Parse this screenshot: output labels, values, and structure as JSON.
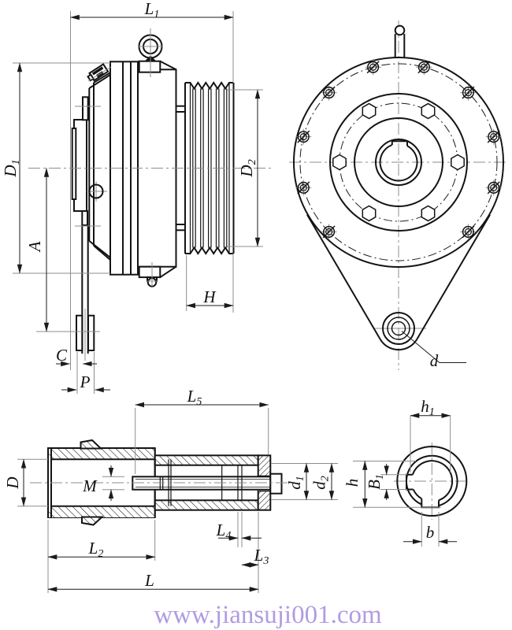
{
  "watermark": {
    "text": "www.jiansuji001.com",
    "color": "#b19ce1"
  },
  "dimension_labels": {
    "L1": {
      "base": "L",
      "sub": "1"
    },
    "D1": {
      "base": "D",
      "sub": "1"
    },
    "D2": {
      "base": "D",
      "sub": "2"
    },
    "A": {
      "base": "A",
      "sub": ""
    },
    "C": {
      "base": "C",
      "sub": ""
    },
    "P": {
      "base": "P",
      "sub": ""
    },
    "H": {
      "base": "H",
      "sub": ""
    },
    "d": {
      "base": "d",
      "sub": ""
    },
    "L5": {
      "base": "L",
      "sub": "5"
    },
    "M": {
      "base": "M",
      "sub": ""
    },
    "D": {
      "base": "D",
      "sub": ""
    },
    "L2": {
      "base": "L",
      "sub": "2"
    },
    "L4": {
      "base": "L",
      "sub": "4"
    },
    "L3": {
      "base": "L",
      "sub": "3"
    },
    "L": {
      "base": "L",
      "sub": ""
    },
    "d1": {
      "base": "d",
      "sub": "1"
    },
    "d2": {
      "base": "d",
      "sub": "2"
    },
    "h1": {
      "base": "h",
      "sub": "1"
    },
    "h": {
      "base": "h",
      "sub": ""
    },
    "B1": {
      "base": "B",
      "sub": "1"
    },
    "b": {
      "base": "b",
      "sub": ""
    }
  }
}
